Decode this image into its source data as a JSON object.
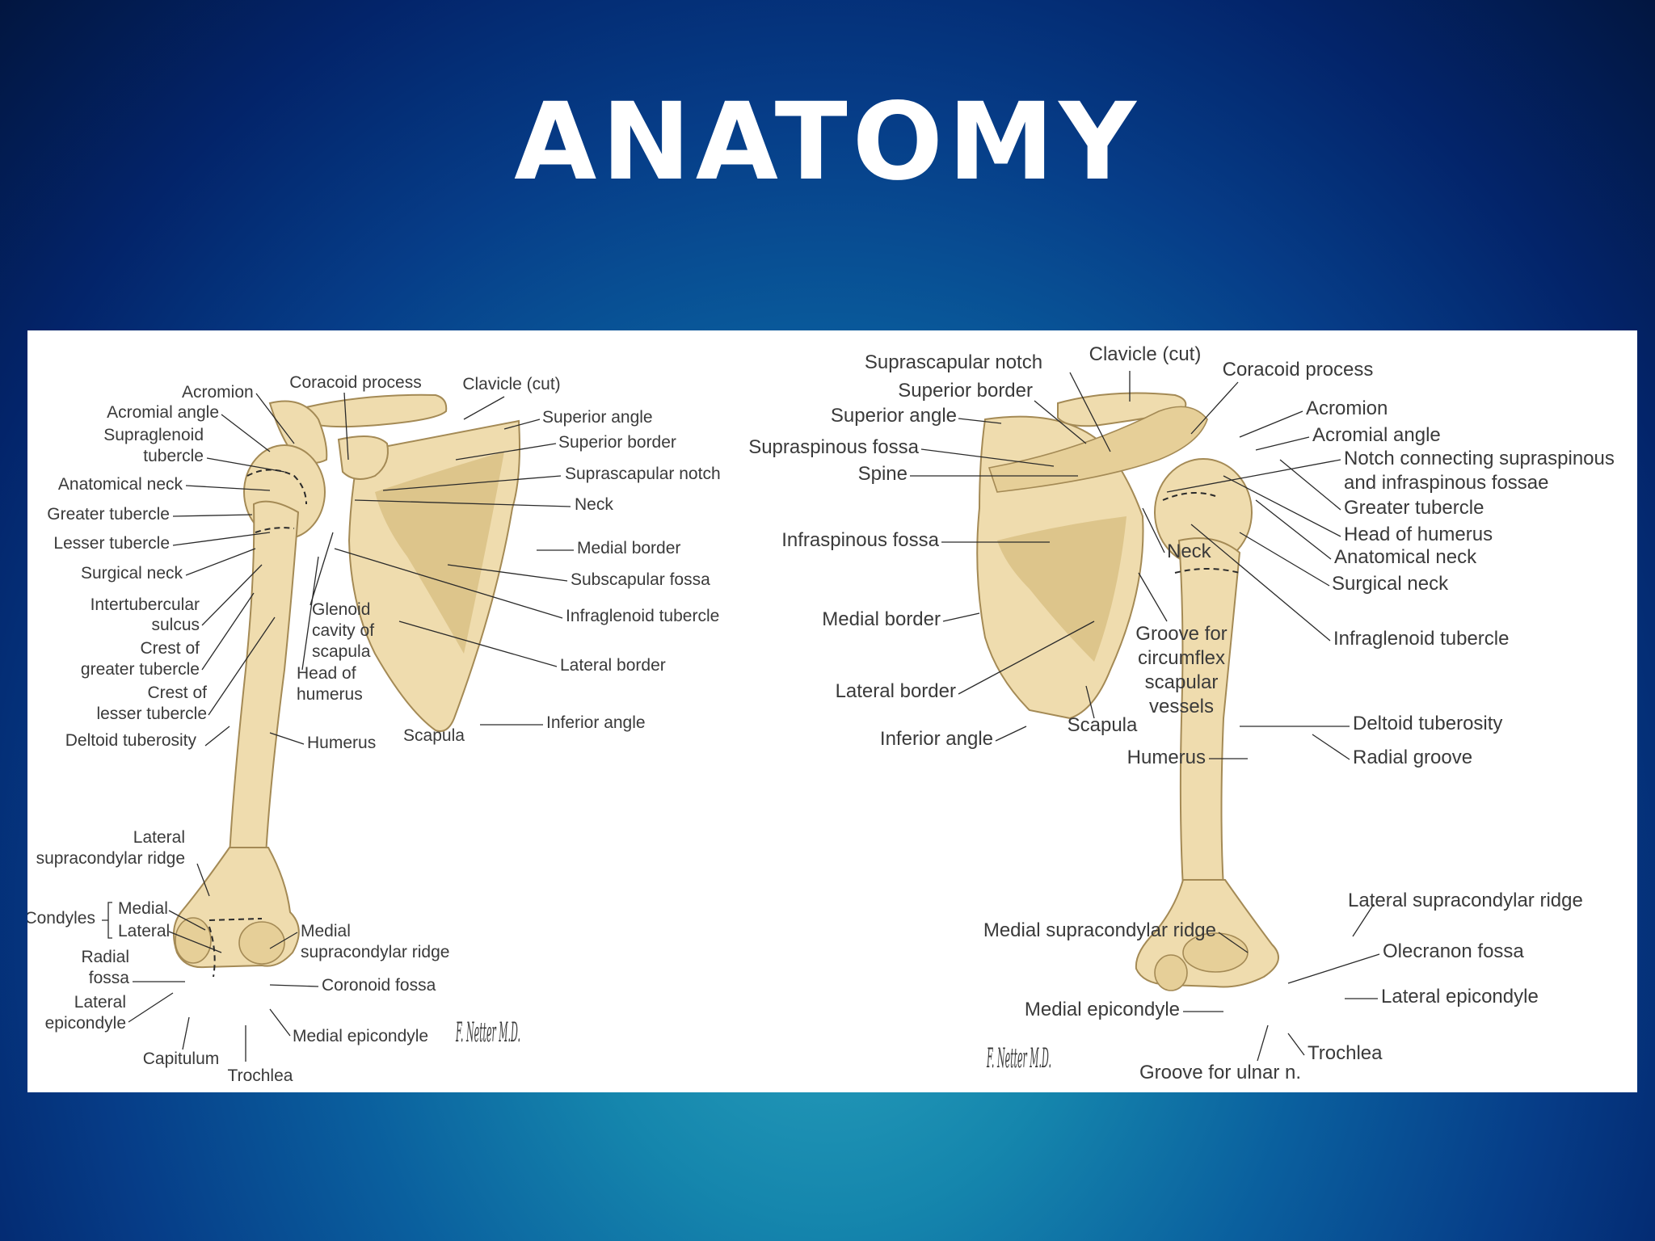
{
  "title": "ANATOMY",
  "anterior_view": {
    "labels": [
      "Acromion",
      "Acromial angle",
      "Supraglenoid",
      "tubercle",
      "Anatomical neck",
      "Greater tubercle",
      "Lesser tubercle",
      "Surgical neck",
      "Intertubercular",
      "sulcus",
      "Crest of",
      "greater tubercle",
      "Crest of",
      "lesser tubercle",
      "Deltoid tuberosity",
      "Coracoid process",
      "Clavicle (cut)",
      "Superior angle",
      "Superior border",
      "Suprascapular notch",
      "Neck",
      "Medial border",
      "Subscapular fossa",
      "Infraglenoid tubercle",
      "Glenoid",
      "cavity of",
      "scapula",
      "Head of",
      "humerus",
      "Lateral border",
      "Scapula",
      "Inferior angle",
      "Humerus",
      "Lateral",
      "supracondylar ridge",
      "Condyles",
      "Medial",
      "Lateral",
      "Radial",
      "fossa",
      "Lateral",
      "epicondyle",
      "Capitulum",
      "Trochlea",
      "Medial",
      "supracondylar ridge",
      "Coronoid fossa",
      "Medial epicondyle"
    ],
    "signature": "F. Netter M.D."
  },
  "posterior_view": {
    "labels": [
      "Suprascapular notch",
      "Clavicle (cut)",
      "Coracoid process",
      "Superior border",
      "Acromion",
      "Superior angle",
      "Acromial angle",
      "Supraspinous fossa",
      "Notch connecting supraspinous",
      "and infraspinous fossae",
      "Spine",
      "Greater tubercle",
      "Head of humerus",
      "Infraspinous fossa",
      "Neck",
      "Anatomical neck",
      "Surgical neck",
      "Medial border",
      "Groove for",
      "circumflex",
      "scapular",
      "vessels",
      "Infraglenoid tubercle",
      "Lateral border",
      "Deltoid tuberosity",
      "Inferior angle",
      "Scapula",
      "Humerus",
      "Radial groove",
      "Lateral supracondylar ridge",
      "Medial supracondylar ridge",
      "Olecranon fossa",
      "Lateral epicondyle",
      "Medial epicondyle",
      "Trochlea",
      "Groove for ulnar n."
    ],
    "signature": "F. Netter M.D."
  }
}
